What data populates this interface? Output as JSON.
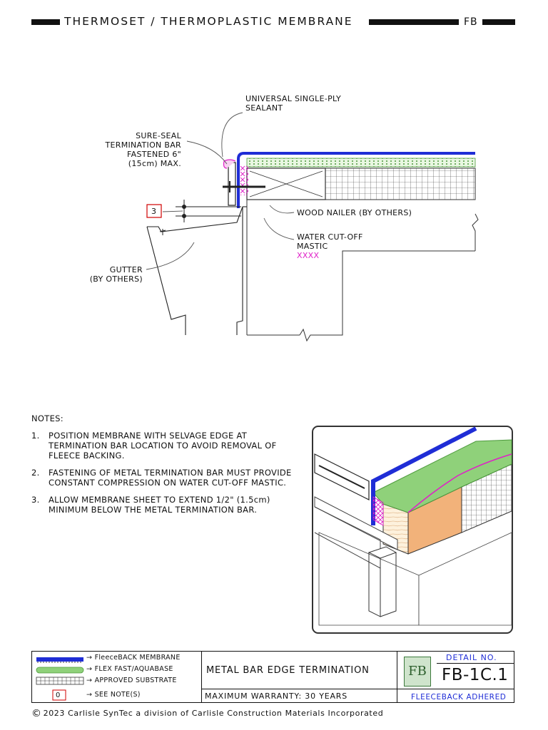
{
  "header": {
    "title": "THERMOSET / THERMOPLASTIC MEMBRANE",
    "code": "FB"
  },
  "callouts": {
    "sealant": [
      "UNIVERSAL SINGLE-PLY",
      "SEALANT"
    ],
    "termination_bar": [
      "SURE-SEAL",
      "TERMINATION BAR",
      "FASTENED 6\"",
      "(15cm) MAX."
    ],
    "note_tag": "3",
    "wood_nailer": "WOOD NAILER (BY OTHERS)",
    "mastic": [
      "WATER CUT-OFF",
      "MASTIC"
    ],
    "mastic_symbol": "XXXX",
    "gutter": [
      "GUTTER",
      "(BY OTHERS)"
    ]
  },
  "notes": {
    "heading": "NOTES:",
    "items": [
      {
        "num": "1.",
        "text": "POSITION MEMBRANE WITH SELVAGE EDGE AT\nTERMINATION BAR LOCATION TO AVOID REMOVAL OF\nFLEECE BACKING."
      },
      {
        "num": "2.",
        "text": "FASTENING OF METAL TERMINATION BAR MUST PROVIDE\nCONSTANT COMPRESSION ON WATER CUT-OFF MASTIC."
      },
      {
        "num": "3.",
        "text": "ALLOW MEMBRANE SHEET TO EXTEND 1/2\" (1.5cm)\nMINIMUM BELOW THE METAL TERMINATION BAR."
      }
    ]
  },
  "title_block": {
    "legend": [
      {
        "label": "FleeceBACK MEMBRANE"
      },
      {
        "label": "FLEX FAST/AQUABASE"
      },
      {
        "label": "APPROVED SUBSTRATE"
      },
      {
        "label": "SEE NOTE(S)",
        "tag": "0"
      }
    ],
    "detail_title": "METAL BAR EDGE TERMINATION",
    "warranty": "MAXIMUM WARRANTY:  30 YEARS",
    "logo_text": "FB",
    "detail_no_label": "DETAIL NO.",
    "detail_no": "FB-1C.1",
    "system": "FLEECEBACK ADHERED"
  },
  "footer": {
    "copyright": "2023 Carlisle SynTec a division of Carlisle Construction Materials Incorporated"
  },
  "colors": {
    "membrane": "#1f2dd6",
    "mastic": "#e020c8",
    "adhesive": "#8fd17a",
    "wood": "#f2b27a",
    "tag_red": "#d00000",
    "title_blue": "#1f2dd6"
  }
}
